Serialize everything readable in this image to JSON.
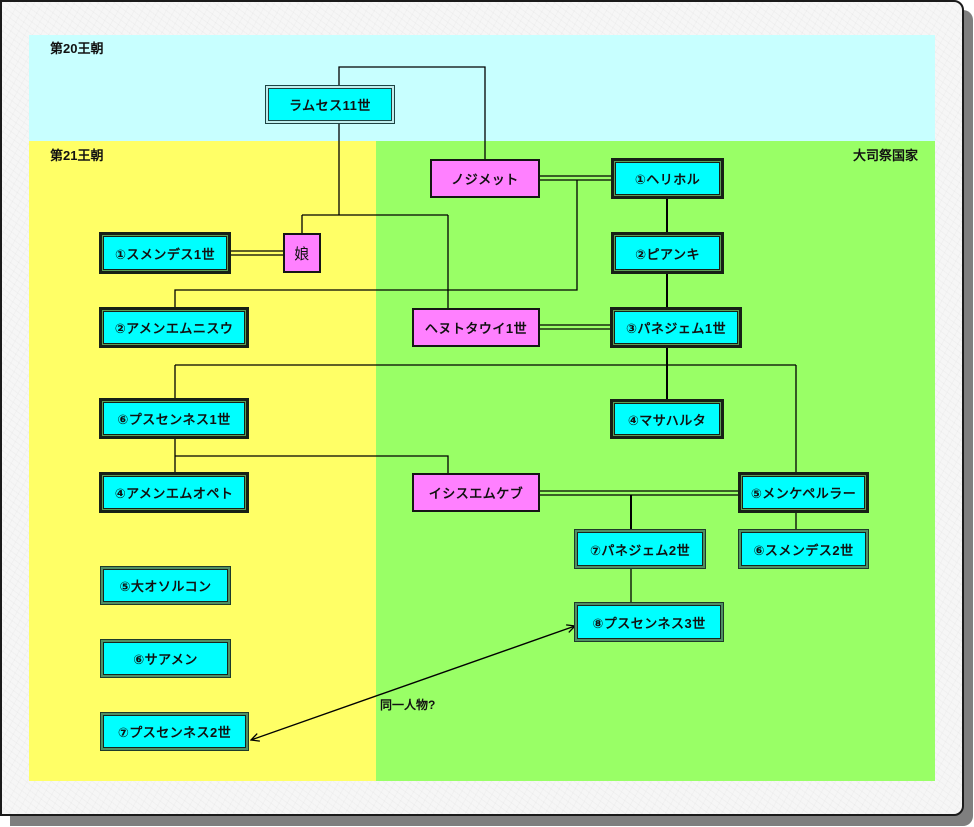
{
  "colors": {
    "dynasty20_band": "#c8ffff",
    "dynasty21_band": "#ffff66",
    "high_priest_band": "#99ff66",
    "ruler_box": "#00ffff",
    "consort_box": "#ff80ff",
    "line": "#000000"
  },
  "regions": {
    "dynasty20": "第20王朝",
    "dynasty21": "第21王朝",
    "high_priest_state": "大司祭国家"
  },
  "people": {
    "ramesses11": "ラムセス11世",
    "nodjmet": "ノジメット",
    "herihor": "①ヘリホル",
    "smendes1": "①スメンデス1世",
    "daughter": "娘",
    "piankh": "②ピアンキ",
    "amenemnisu": "②アメンエムニスウ",
    "henuttawy1": "ヘヌトタウイ1世",
    "pinedjem1": "③パネジェム1世",
    "psusennes1": "⑥プスセンネス1世",
    "masaharta": "④マサハルタ",
    "amenemope": "④アメンエムオペト",
    "isetemkheb": "イシスエムケブ",
    "menkheperre": "⑤メンケペルラー",
    "pinedjem2": "⑦パネジェム2世",
    "smendes2": "⑥スメンデス2世",
    "osorkon_elder": "⑤大オソルコン",
    "psusennes3": "⑧プスセンネス3世",
    "siamun": "⑥サアメン",
    "psusennes2": "⑦プスセンネス2世"
  },
  "annotations": {
    "same_person": "同一人物?"
  },
  "relations": [
    {
      "type": "marriage",
      "a": "ramesses11",
      "b": "nodjmet"
    },
    {
      "type": "children",
      "parent": "ramesses11",
      "children": [
        "daughter",
        "henuttawy1"
      ]
    },
    {
      "type": "marriage",
      "a": "smendes1",
      "b": "daughter"
    },
    {
      "type": "marriage",
      "a": "nodjmet",
      "b": "herihor"
    },
    {
      "type": "children",
      "parent": "nodjmet",
      "children": [
        "amenemnisu"
      ]
    },
    {
      "type": "succession",
      "from": "herihor",
      "to": "piankh"
    },
    {
      "type": "succession",
      "from": "piankh",
      "to": "pinedjem1"
    },
    {
      "type": "marriage",
      "a": "henuttawy1",
      "b": "pinedjem1"
    },
    {
      "type": "children",
      "parent": "pinedjem1",
      "children": [
        "psusennes1",
        "masaharta",
        "menkheperre"
      ]
    },
    {
      "type": "children",
      "parent": "psusennes1",
      "children": [
        "amenemope",
        "isetemkheb"
      ]
    },
    {
      "type": "marriage",
      "a": "isetemkheb",
      "b": "menkheperre"
    },
    {
      "type": "children",
      "parent": "menkheperre",
      "children": [
        "pinedjem2",
        "smendes2"
      ]
    },
    {
      "type": "children",
      "parent": "pinedjem2",
      "children": [
        "psusennes3"
      ]
    },
    {
      "type": "identity-question",
      "a": "psusennes2",
      "b": "psusennes3"
    }
  ]
}
